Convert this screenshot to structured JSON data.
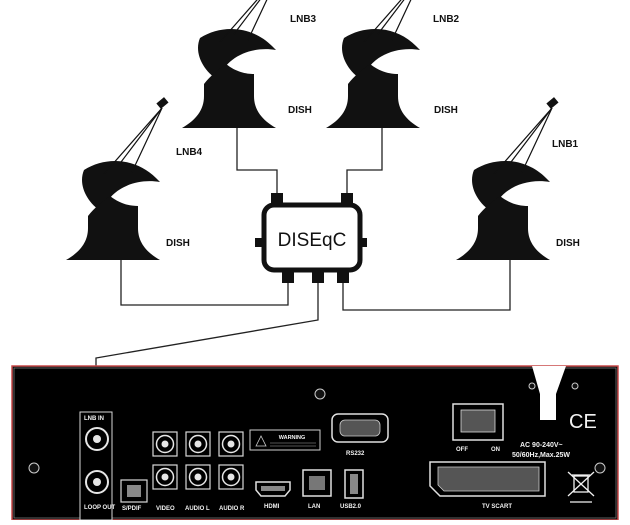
{
  "diagram": {
    "switch_label": "DISEqC",
    "dishes": [
      {
        "lnb": "LNB3",
        "dish": "DISH"
      },
      {
        "lnb": "LNB2",
        "dish": "DISH"
      },
      {
        "lnb": "LNB4",
        "dish": "DISH"
      },
      {
        "lnb": "LNB1",
        "dish": "DISH"
      }
    ]
  },
  "receiver": {
    "lnb_in": "LNB IN",
    "loop_out": "LOOP OUT",
    "spdif": "S/PDIF",
    "video": "VIDEO",
    "audio_l": "AUDIO L",
    "audio_r": "AUDIO R",
    "warning": "WARNING",
    "rs232": "RS232",
    "hdmi": "HDMI",
    "lan": "LAN",
    "usb": "USB2.0",
    "off": "OFF",
    "on": "ON",
    "power_line1": "AC 90-240V~",
    "power_line2": "50/60Hz,Max.25W",
    "tv_scart": "TV SCART",
    "ce": "CE"
  }
}
